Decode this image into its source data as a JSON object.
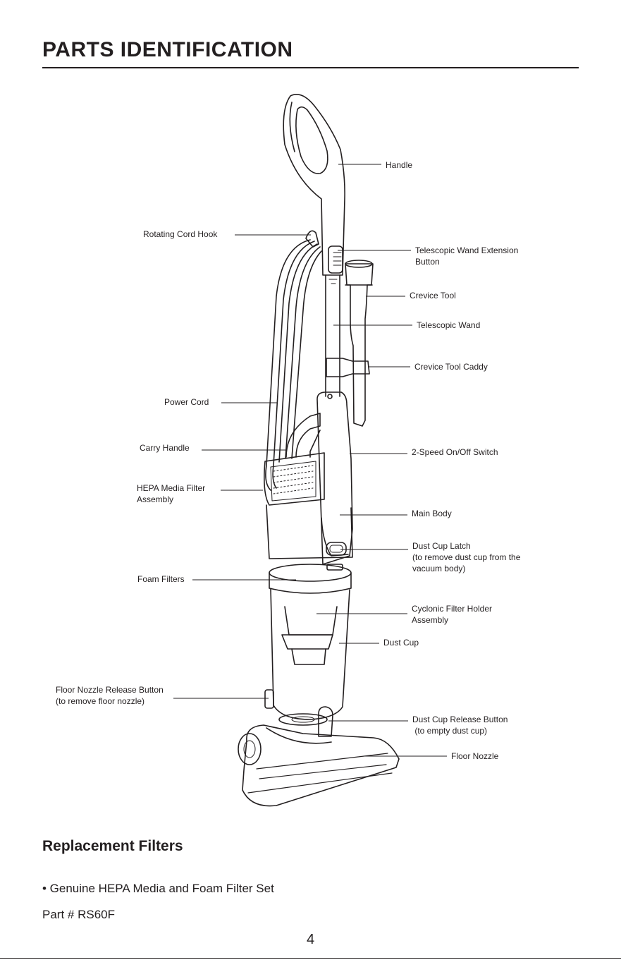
{
  "page": {
    "title": "PARTS IDENTIFICATION",
    "page_number": "4"
  },
  "labels": {
    "handle": "Handle",
    "rotating_cord_hook": "Rotating Cord Hook",
    "telescopic_wand_button": [
      "Telescopic Wand Extension",
      "Button"
    ],
    "crevice_tool": "Crevice Tool",
    "telescopic_wand": "Telescopic Wand",
    "crevice_tool_caddy": "Crevice Tool Caddy",
    "power_cord": "Power Cord",
    "carry_handle": "Carry Handle",
    "switch": "2-Speed On/Off Switch",
    "hepa_filter": [
      "HEPA Media Filter",
      "Assembly"
    ],
    "main_body": "Main Body",
    "dust_cup_latch": [
      "Dust Cup Latch",
      "(to remove dust cup from the",
      "vacuum body)"
    ],
    "foam_filters": "Foam Filters",
    "cyclonic_filter": [
      "Cyclonic Filter Holder",
      "Assembly"
    ],
    "dust_cup": "Dust Cup",
    "floor_nozzle_release": [
      "Floor Nozzle Release Button",
      "(to remove floor nozzle)"
    ],
    "dust_cup_release": [
      "Dust Cup Release Button",
      " (to empty dust cup)"
    ],
    "floor_nozzle": "Floor Nozzle"
  },
  "replacement": {
    "heading": "Replacement Filters",
    "bullet": "• Genuine HEPA Media and Foam Filter Set",
    "part_number": "Part # RS60F"
  }
}
